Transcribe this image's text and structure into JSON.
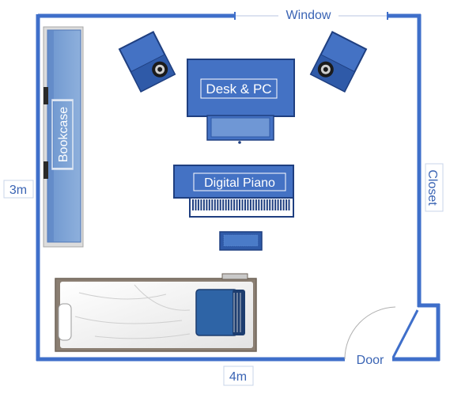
{
  "labels": {
    "window": "Window",
    "closet": "Closet",
    "door": "Door",
    "width": "4m",
    "height": "3m",
    "desk": "Desk & PC",
    "piano": "Digital Piano",
    "bookcase": "Bookcase"
  },
  "colors": {
    "wall": "#3f6fca",
    "furniture_fill": "#4472c4",
    "furniture_dark": "#2f4f99",
    "bookcase_fill": "#7ea3d3",
    "label_text": "#3a64b4",
    "bed_frame": "#8a7e72",
    "bed_sheet": "#f2f2f2",
    "blanket": "#2e64a6"
  },
  "icons": [
    "speaker-left-icon",
    "speaker-right-icon",
    "door-swing-icon",
    "pillow-icon",
    "blanket-icon"
  ]
}
